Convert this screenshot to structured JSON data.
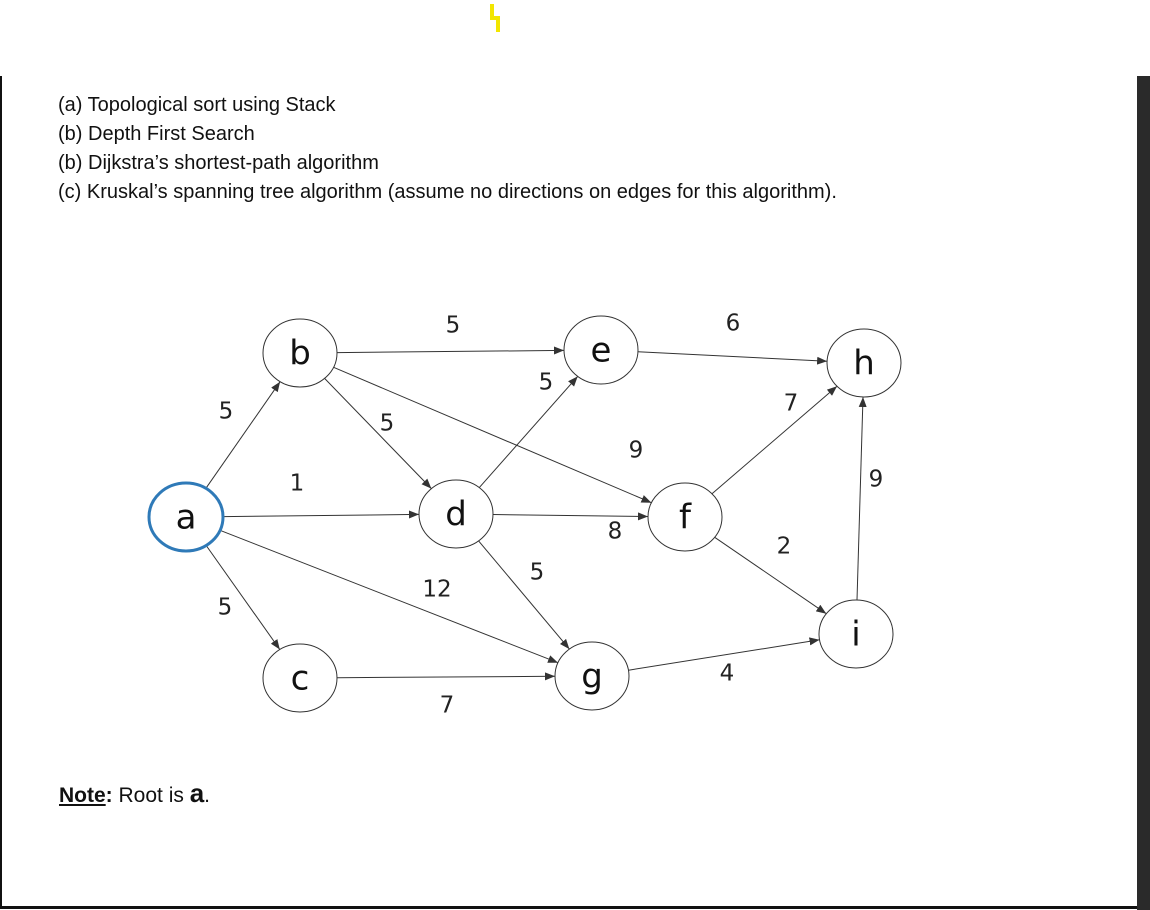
{
  "tasks": [
    "(a) Topological sort using Stack",
    "(b) Depth First Search",
    "(b) Dijkstra’s shortest-path algorithm",
    "(c) Kruskal’s spanning tree algorithm (assume no directions on edges for this algorithm)."
  ],
  "note": {
    "label": "Note",
    "colon": ":",
    "text": " Root is ",
    "root": "a",
    "period": "."
  },
  "graph": {
    "root": "a",
    "colors": {
      "root_outline": "#2f7ab8",
      "node_outline": "#333333",
      "edge": "#333333"
    },
    "nodes": [
      "a",
      "b",
      "c",
      "d",
      "e",
      "f",
      "g",
      "h",
      "i"
    ],
    "edges": [
      {
        "from": "a",
        "to": "b",
        "weight": "5"
      },
      {
        "from": "a",
        "to": "c",
        "weight": "5"
      },
      {
        "from": "a",
        "to": "d",
        "weight": "1"
      },
      {
        "from": "a",
        "to": "g",
        "weight": "12"
      },
      {
        "from": "b",
        "to": "e",
        "weight": "5"
      },
      {
        "from": "b",
        "to": "d",
        "weight": "5"
      },
      {
        "from": "b",
        "to": "f",
        "weight": "9"
      },
      {
        "from": "c",
        "to": "g",
        "weight": "7"
      },
      {
        "from": "d",
        "to": "e",
        "weight": "5"
      },
      {
        "from": "d",
        "to": "f",
        "weight": "8"
      },
      {
        "from": "d",
        "to": "g",
        "weight": "5"
      },
      {
        "from": "e",
        "to": "h",
        "weight": "6"
      },
      {
        "from": "f",
        "to": "h",
        "weight": "7"
      },
      {
        "from": "f",
        "to": "i",
        "weight": "2"
      },
      {
        "from": "g",
        "to": "i",
        "weight": "4"
      },
      {
        "from": "i",
        "to": "h",
        "weight": "9"
      }
    ]
  }
}
